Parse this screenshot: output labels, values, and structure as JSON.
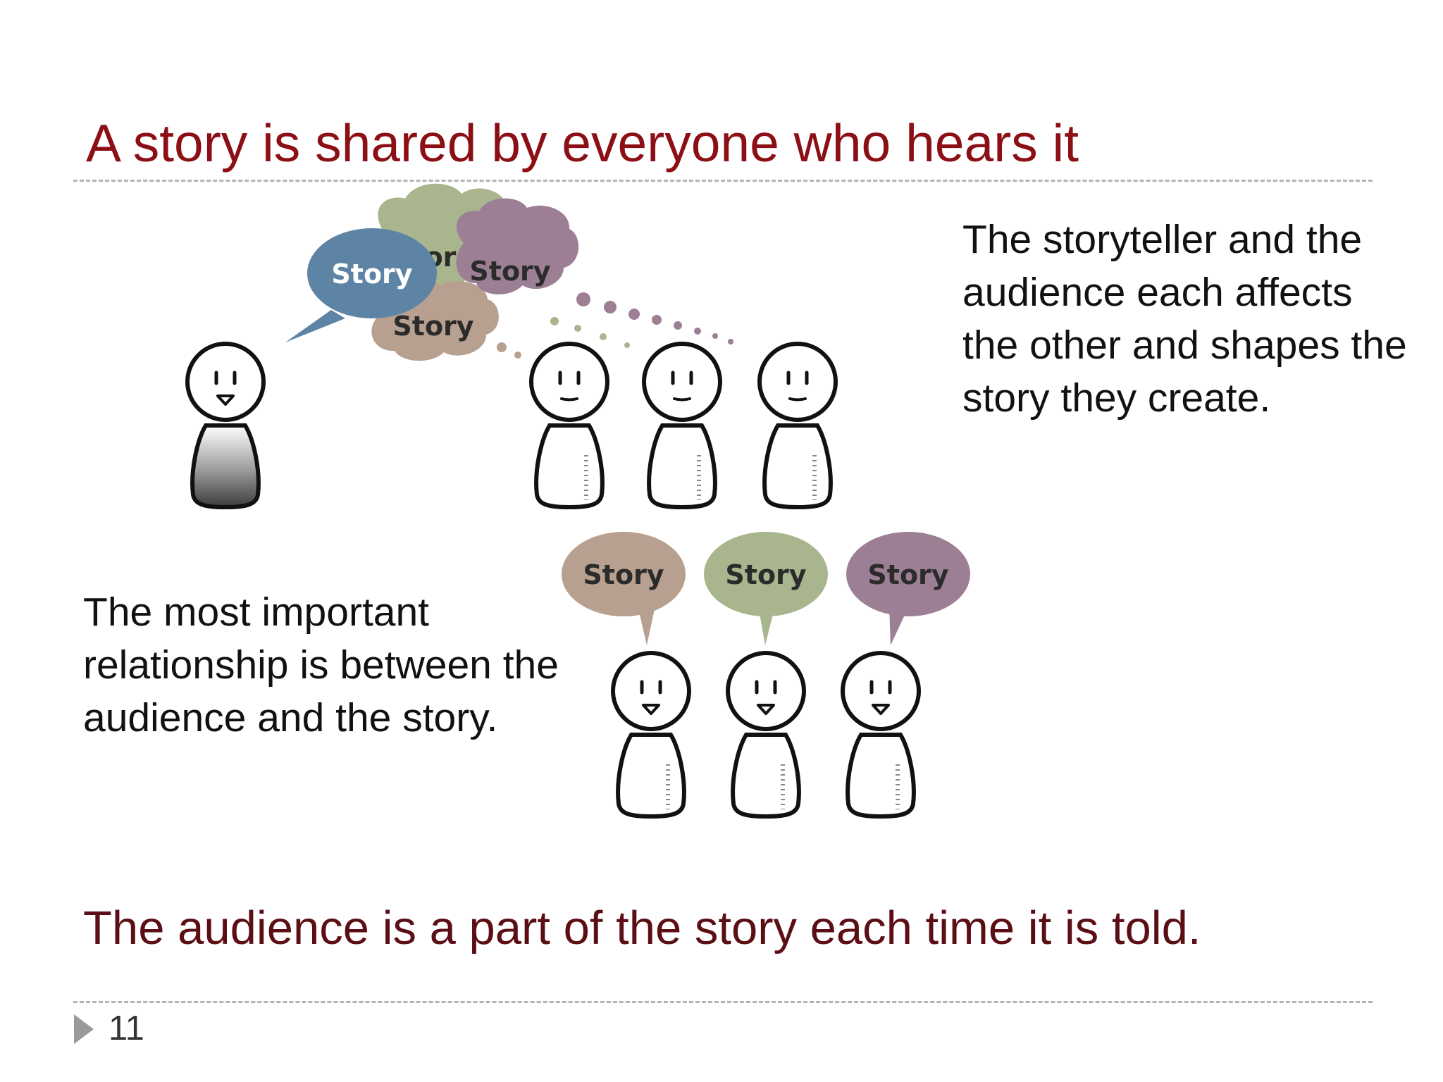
{
  "slide": {
    "title": "A story is shared by everyone who hears it",
    "right_text": "The storyteller and the audience each affects the other and shapes the story they create.",
    "left_text": "The most important relationship is between the audience and the story.",
    "conclusion": "The audience is a part of the story each time it is told.",
    "page_number": "11"
  },
  "illustration": {
    "top": {
      "teller_bubble": "Story",
      "cloud_green_partial": "or",
      "cloud_purple": "Story",
      "cloud_tan": "Story"
    },
    "bottom": {
      "bubble_tan": "Story",
      "bubble_green": "Story",
      "bubble_purple": "Story"
    }
  },
  "colors": {
    "title": "#8b0f14",
    "conclusion": "#5b0f14",
    "bubble_blue": "#5d83a5",
    "cloud_green": "#a9b58c",
    "cloud_purple": "#9c7f95",
    "cloud_tan": "#b7a08f",
    "rule": "#b3b3b3"
  }
}
